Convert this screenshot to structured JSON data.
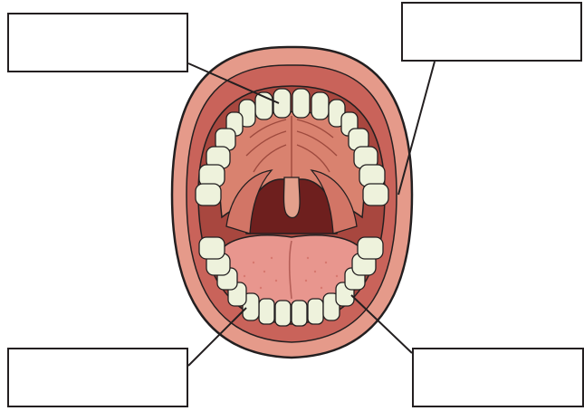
{
  "diagram": {
    "colors": {
      "lip": "#e59a8a",
      "lip_outline": "#231f20",
      "mouth_interior": "#a8473f",
      "palate": "#d9826f",
      "throat": "#6e1f1e",
      "uvula": "#e3a08c",
      "tongue": "#e8968e",
      "teeth": "#eef2dc",
      "teeth_shadow": "#c7d2a8"
    },
    "labels": [
      {
        "id": "top-left",
        "text": ""
      },
      {
        "id": "top-right",
        "text": ""
      },
      {
        "id": "bottom-left",
        "text": ""
      },
      {
        "id": "bottom-right",
        "text": ""
      }
    ]
  }
}
